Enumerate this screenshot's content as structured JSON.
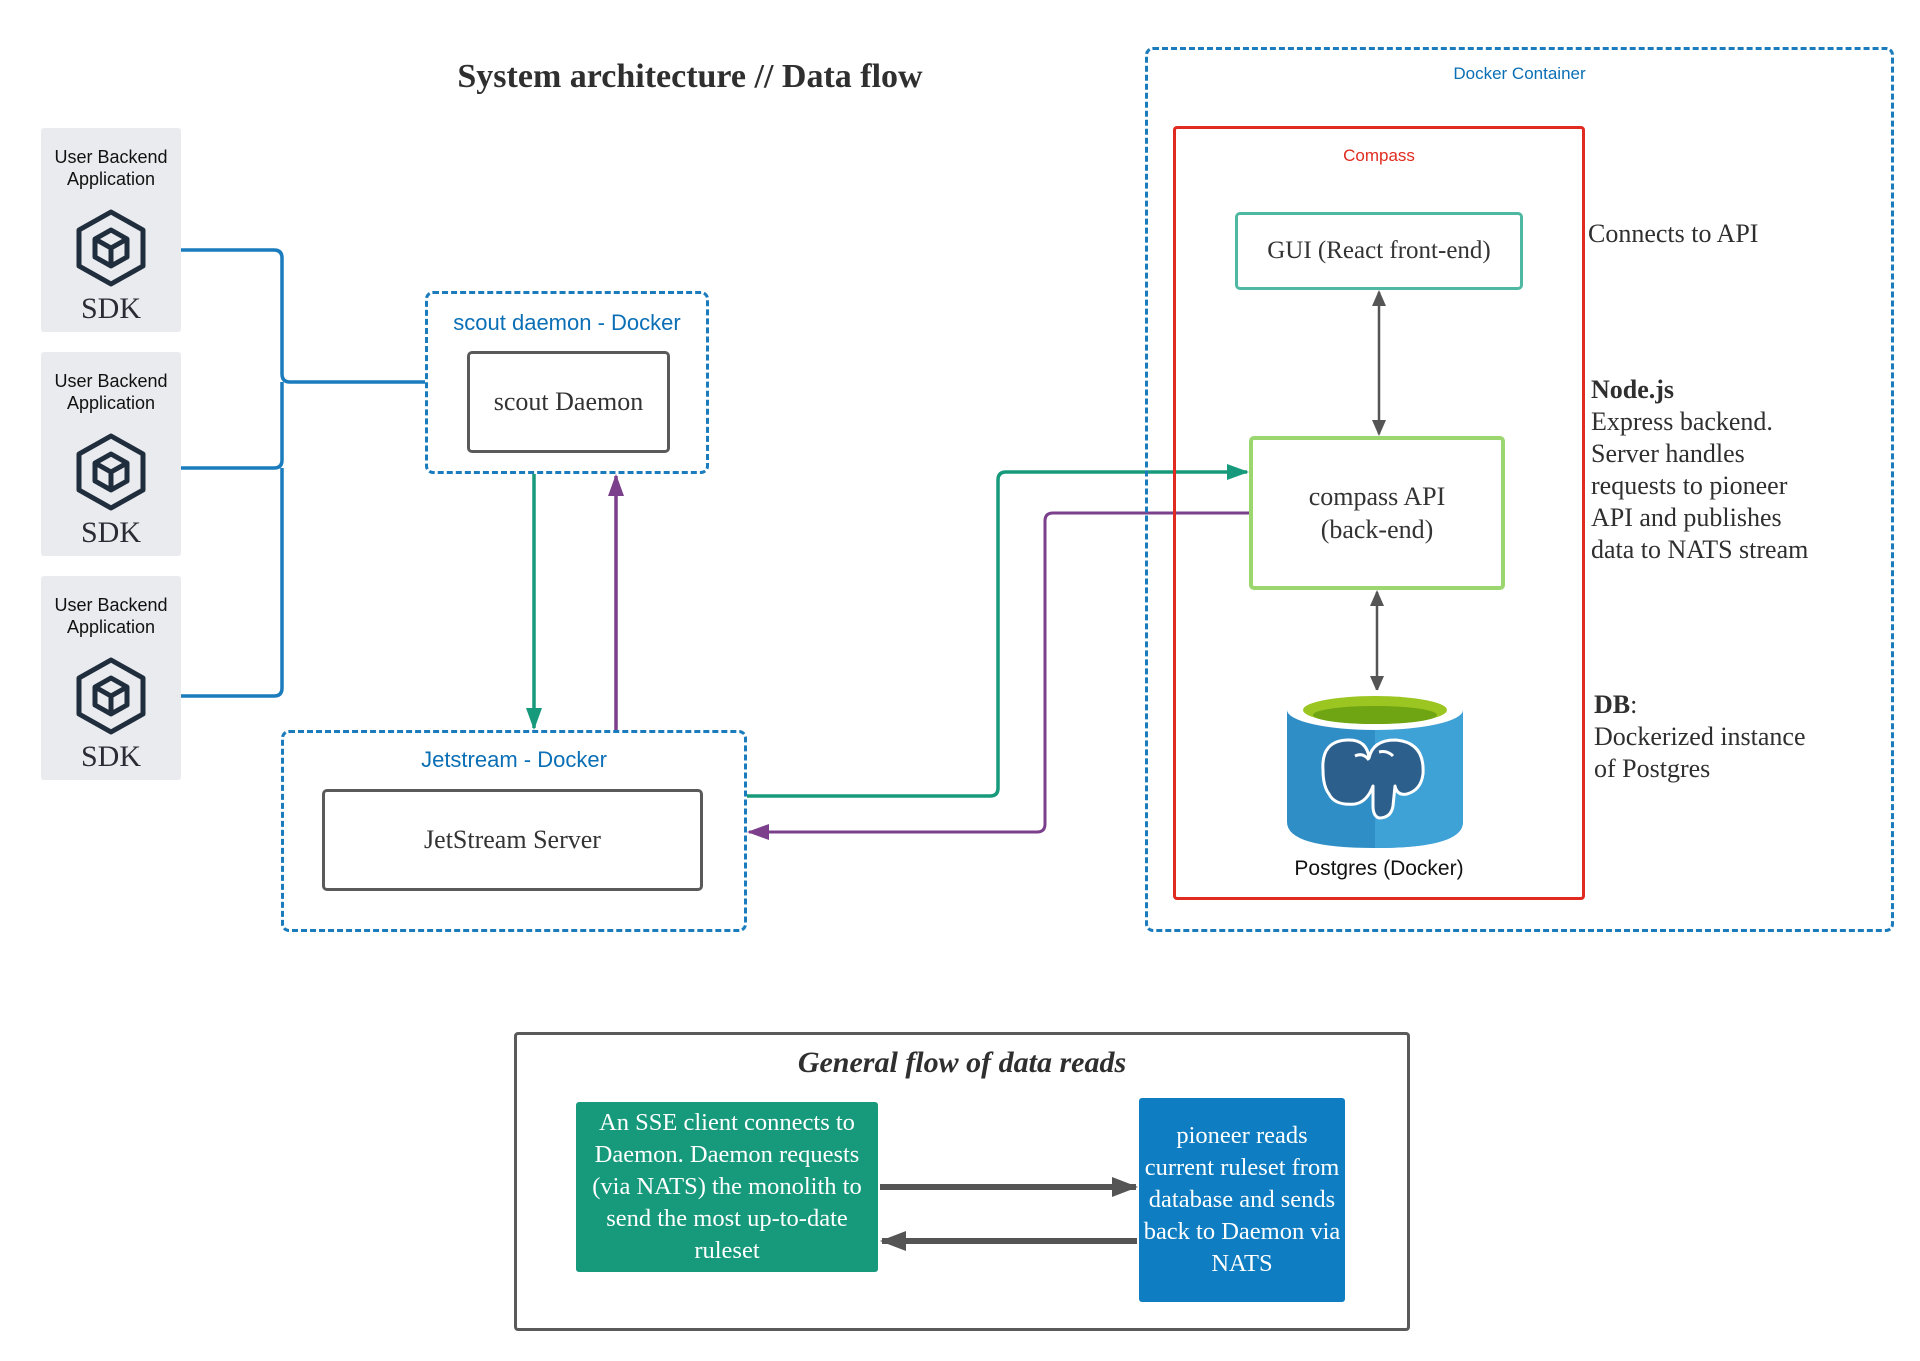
{
  "title": "System architecture // Data flow",
  "sdk_cards": [
    {
      "label": "User Backend Application",
      "sdk": "SDK"
    },
    {
      "label": "User Backend Application",
      "sdk": "SDK"
    },
    {
      "label": "User Backend Application",
      "sdk": "SDK"
    }
  ],
  "scout": {
    "container_label": "scout daemon - Docker",
    "inner_label": "scout Daemon"
  },
  "jetstream": {
    "container_label": "Jetstream - Docker",
    "inner_label": "JetStream Server"
  },
  "docker_container": {
    "label": "Docker Container"
  },
  "compass": {
    "label": "Compass",
    "gui": "GUI (React front-end)",
    "api_line1": "compass API",
    "api_line2": "(back-end)",
    "postgres": "Postgres (Docker)"
  },
  "notes": {
    "gui": "Connects to API",
    "node_title": "Node.js",
    "node_lines": [
      "Express backend.",
      "Server handles",
      "requests to pioneer",
      "API and publishes",
      "data to NATS stream"
    ],
    "db_title": "DB",
    "db_colon": ":",
    "db_lines": [
      "Dockerized instance",
      "of Postgres"
    ]
  },
  "legend": {
    "title": "General flow of data reads",
    "left_text": "An SSE client connects to Daemon. Daemon requests (via NATS) the monolith to send the most up-to-date ruleset",
    "right_text": "pioneer reads current ruleset from database and sends back to Daemon via NATS"
  },
  "colors": {
    "sdk_link": "#1a7bbd",
    "green_flow": "#179a7c",
    "purple_flow": "#7b3f8c",
    "compass_border": "#e02b20",
    "docker_dash": "#1a7bbd",
    "gui_border": "#4fb8a2",
    "api_border": "#9bd66f"
  }
}
